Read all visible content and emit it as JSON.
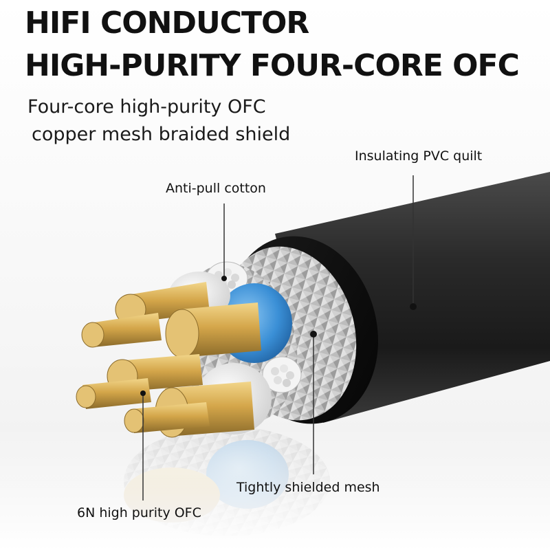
{
  "title": {
    "line1": "HIFI CONDUCTOR",
    "line2": "HIGH-PURITY FOUR-CORE OFC"
  },
  "subtitle": {
    "line1": "Four-core high-purity OFC",
    "line2": "copper mesh braided shield"
  },
  "callouts": {
    "pvc": "Insulating PVC quilt",
    "cotton": "Anti-pull cotton",
    "mesh": "Tightly shielded mesh",
    "ofc": "6N high purity OFC"
  },
  "colors": {
    "jacket": "#2b2b2b",
    "braid": "#c9c9c9",
    "copper": "#d9b25a",
    "blue_core": "#3a8fd6",
    "white_core": "#e8e8e8",
    "text": "#111111"
  }
}
